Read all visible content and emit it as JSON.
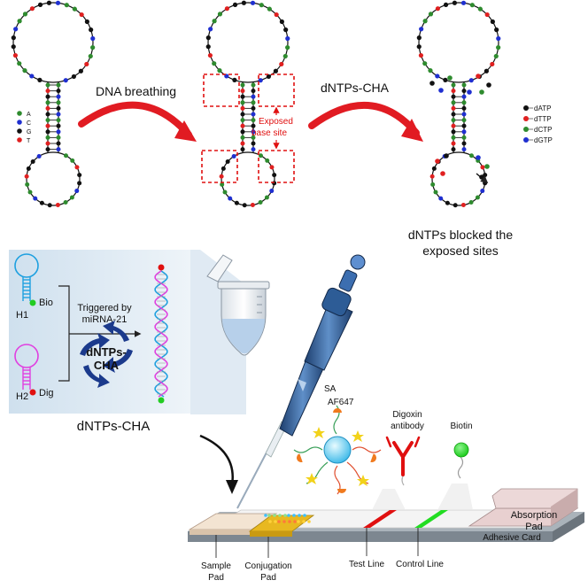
{
  "legend_bases": [
    {
      "letter": "A",
      "color": "#2e8b2e"
    },
    {
      "letter": "C",
      "color": "#1f2fd0"
    },
    {
      "letter": "G",
      "color": "#111111"
    },
    {
      "letter": "T",
      "color": "#e02020"
    }
  ],
  "legend_dntps": [
    {
      "label": "dATP",
      "color": "#111111"
    },
    {
      "label": "dTTP",
      "color": "#e02020"
    },
    {
      "label": "dCTP",
      "color": "#2e8b2e"
    },
    {
      "label": "dGTP",
      "color": "#1f2fd0"
    }
  ],
  "arrows": {
    "breathing": "DNA breathing",
    "cha": "dNTPs-CHA"
  },
  "exposed_label": {
    "line1": "Exposed",
    "line2": "base site"
  },
  "blocked_label": {
    "line1": "dNTPs blocked the",
    "line2": "exposed sites"
  },
  "inset": {
    "h1": "H1",
    "bio": "Bio",
    "h2": "H2",
    "dig": "Dig",
    "trigger_line1": "Triggered by",
    "trigger_line2": "miRNA-21",
    "center_line1": "dNTPs-",
    "center_line2": "CHA",
    "caption": "dNTPs-CHA"
  },
  "strip": {
    "pipette": "SA",
    "af647": "AF647",
    "digoxin_line1": "Digoxin",
    "digoxin_line2": "antibody",
    "biotin": "Biotin",
    "absorption_line1": "Absorption",
    "absorption_line2": "Pad",
    "adhesive": "Adhesive Card",
    "sample_line1": "Sample",
    "sample_line2": "Pad",
    "conj_line1": "Conjugation",
    "conj_line2": "Pad",
    "test": "Test Line",
    "control": "Control Line"
  },
  "colors": {
    "arrow_red": "#e11b22",
    "hairpin_h1": "#1ea0e0",
    "hairpin_h2": "#e040e0",
    "test_line": "#e01010",
    "control_line": "#22dd22",
    "cha_arrows": "#1b3a8c"
  }
}
